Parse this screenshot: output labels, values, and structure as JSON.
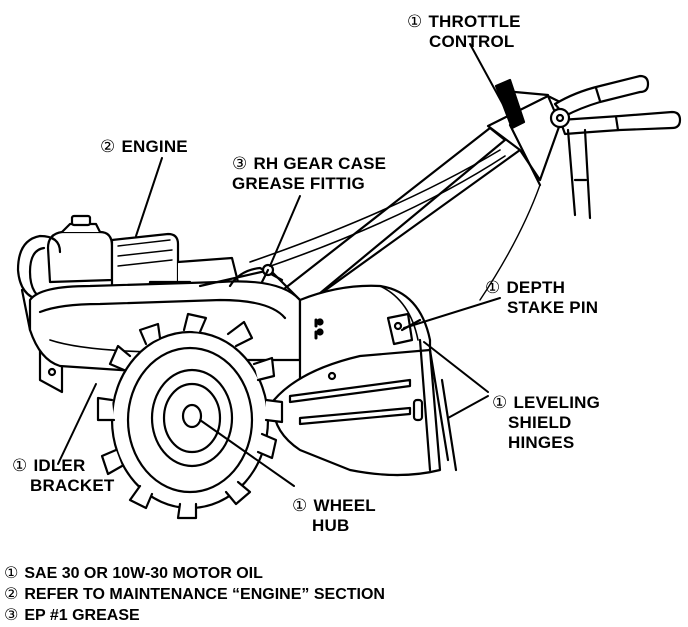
{
  "callouts": [
    {
      "id": "throttle",
      "symbol": "①",
      "lines": [
        "THROTTLE",
        "CONTROL"
      ]
    },
    {
      "id": "engine",
      "symbol": "②",
      "lines": [
        "ENGINE"
      ]
    },
    {
      "id": "gearcase",
      "symbol": "③",
      "lines": [
        "RH GEAR CASE",
        "GREASE FITTIG"
      ]
    },
    {
      "id": "depth",
      "symbol": "①",
      "lines": [
        "DEPTH",
        "STAKE PIN"
      ]
    },
    {
      "id": "leveling",
      "symbol": "①",
      "lines": [
        "LEVELING",
        "SHIELD",
        "HINGES"
      ]
    },
    {
      "id": "idler",
      "symbol": "①",
      "lines": [
        "IDLER",
        "BRACKET"
      ]
    },
    {
      "id": "wheel",
      "symbol": "①",
      "lines": [
        "WHEEL",
        "HUB"
      ]
    }
  ],
  "legend": [
    {
      "symbol": "①",
      "text": "SAE 30 OR 10W-30 MOTOR OIL"
    },
    {
      "symbol": "②",
      "text": "REFER TO MAINTENANCE “ENGINE” SECTION"
    },
    {
      "symbol": "③",
      "text": "EP #1 GREASE"
    }
  ]
}
